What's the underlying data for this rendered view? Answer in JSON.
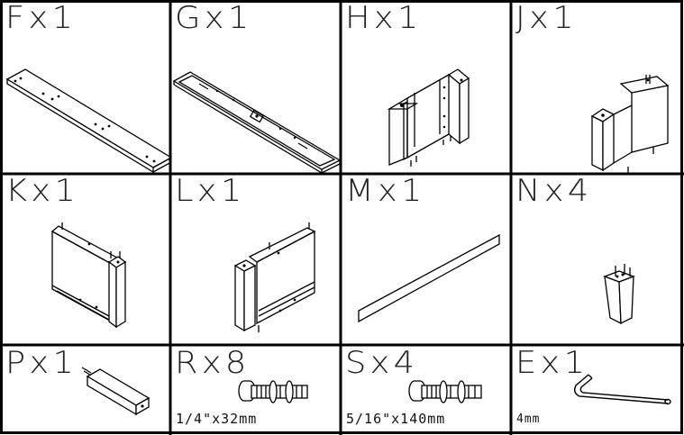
{
  "parts": [
    {
      "id": "F",
      "label": "Fx1",
      "drawing": "base-board"
    },
    {
      "id": "G",
      "label": "Gx1",
      "drawing": "metal-frame"
    },
    {
      "id": "H",
      "label": "Hx1",
      "drawing": "side-panel-right"
    },
    {
      "id": "J",
      "label": "Jx1",
      "drawing": "side-panel-left"
    },
    {
      "id": "K",
      "label": "Kx1",
      "drawing": "back-panel-right"
    },
    {
      "id": "L",
      "label": "Lx1",
      "drawing": "back-panel-left"
    },
    {
      "id": "M",
      "label": "Mx1",
      "drawing": "strip"
    },
    {
      "id": "N",
      "label": "Nx4",
      "drawing": "leg"
    },
    {
      "id": "P",
      "label": "Px1",
      "drawing": "bar"
    },
    {
      "id": "R",
      "label": "Rx8",
      "drawing": "bolt",
      "size": "1/4\"x32mm"
    },
    {
      "id": "S",
      "label": "Sx4",
      "drawing": "bolt",
      "size": "5/16\"x140mm"
    },
    {
      "id": "E",
      "label": "Ex1",
      "drawing": "allen-key",
      "size": "4mm"
    }
  ]
}
